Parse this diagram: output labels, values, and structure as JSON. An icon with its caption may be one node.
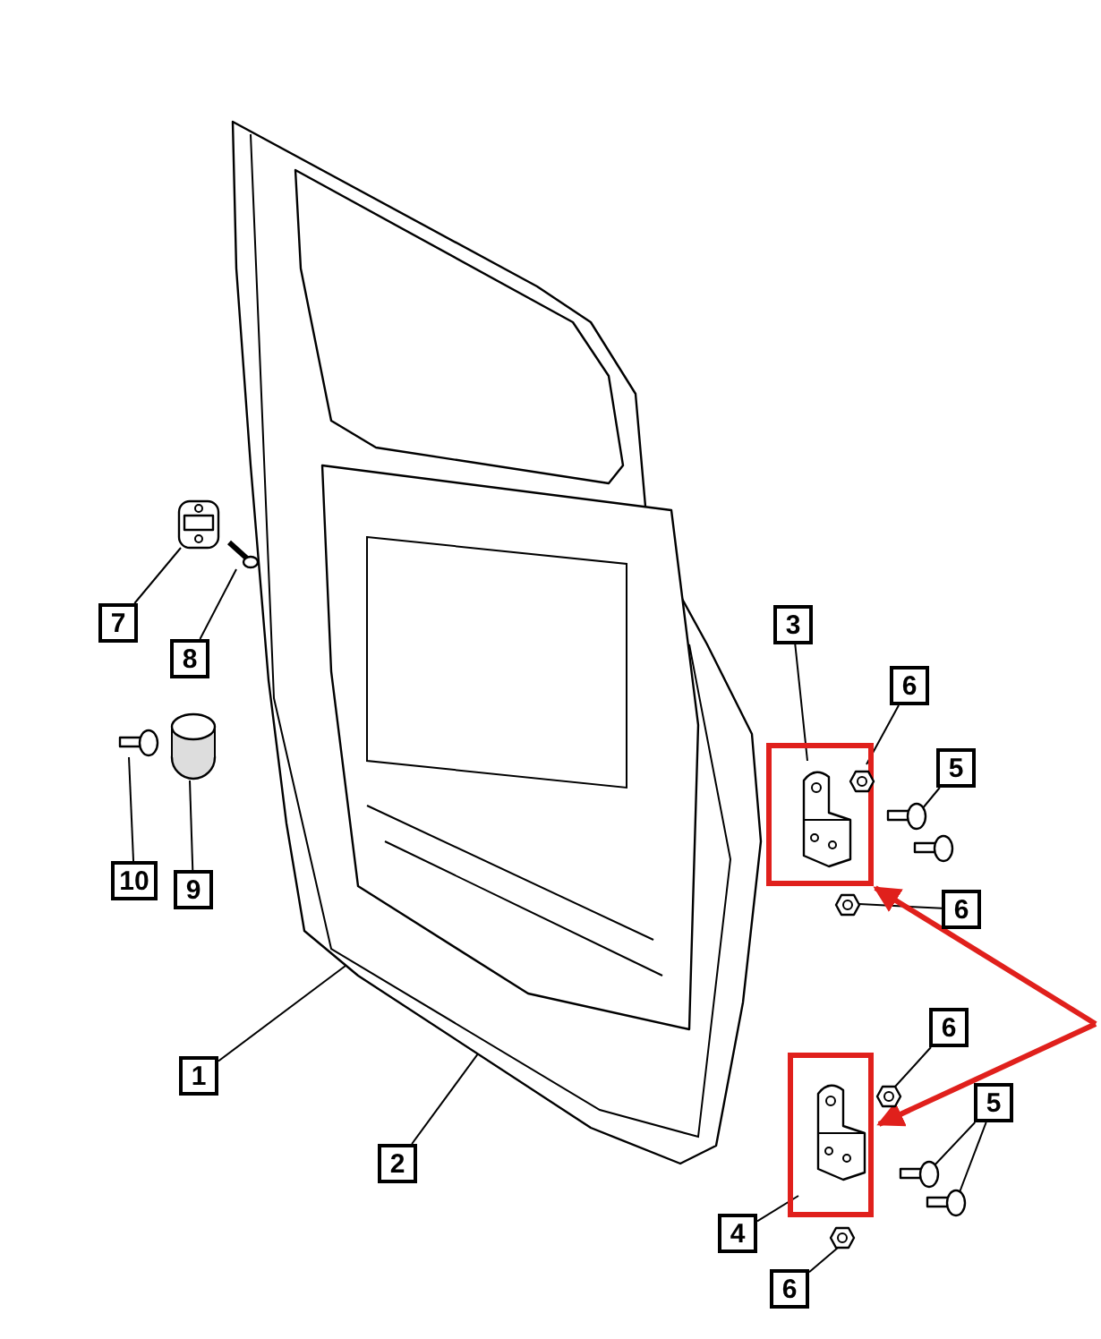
{
  "diagram": {
    "nodes": [
      {
        "text": [
          "3"
        ]
      },
      {
        "text": [
          "6"
        ]
      },
      {
        "text": [
          "7"
        ]
      },
      {
        "text": [
          "8"
        ]
      },
      {
        "text": [
          "5"
        ]
      },
      {
        "text": [
          "10"
        ]
      },
      {
        "text": [
          "9"
        ]
      },
      {
        "text": [
          "6"
        ]
      },
      {
        "text": [
          "1"
        ]
      },
      {
        "text": [
          "6"
        ]
      },
      {
        "text": [
          "5"
        ]
      },
      {
        "text": [
          "2"
        ]
      },
      {
        "text": [
          "4"
        ]
      },
      {
        "text": [
          "6"
        ]
      },
      {
        "text": [],
        "shape": "picture"
      },
      {
        "text": [],
        "shape": "picture",
        "in": 14
      },
      {
        "text": [],
        "shape": "box"
      },
      {
        "text": [],
        "shape": "picture",
        "in": 16
      },
      {
        "text": [],
        "shape": "picture",
        "in": 16
      },
      {
        "text": [],
        "shape": "picture"
      },
      {
        "text": [],
        "shape": "picture"
      },
      {
        "text": [],
        "shape": "picture"
      },
      {
        "text": [],
        "shape": "box"
      },
      {
        "text": [],
        "shape": "picture",
        "in": 22
      },
      {
        "text": [],
        "shape": "picture"
      },
      {
        "text": [],
        "shape": "picture"
      },
      {
        "text": [],
        "shape": "picture"
      },
      {
        "text": [],
        "shape": "picture"
      },
      {
        "text": [],
        "shape": "picture"
      },
      {
        "text": [],
        "shape": "picture"
      },
      {
        "text": [],
        "shape": "cylinder"
      },
      {
        "text": [],
        "shape": "picture"
      }
    ],
    "edges": [
      {
        "from": 0,
        "to": 17,
        "arrow": "none"
      },
      {
        "from": 1,
        "to": 18,
        "arrow": "none"
      },
      {
        "from": 2,
        "to": 28,
        "arrow": "none"
      },
      {
        "from": 3,
        "to": 29,
        "arrow": "none"
      },
      {
        "from": 4,
        "to": 19,
        "arrow": "none"
      },
      {
        "from": 5,
        "to": 31,
        "arrow": "none"
      },
      {
        "from": 6,
        "to": 30,
        "arrow": "none"
      },
      {
        "from": 7,
        "to": 21,
        "arrow": "none"
      },
      {
        "from": 8,
        "to": 14,
        "arrow": "none"
      },
      {
        "from": 11,
        "to": 15,
        "arrow": "none"
      },
      {
        "from": 9,
        "to": 24,
        "arrow": "none"
      },
      {
        "from": 10,
        "to": 25,
        "arrow": "none"
      },
      {
        "from": 10,
        "to": 26,
        "arrow": "none"
      },
      {
        "from": 12,
        "to": 23,
        "arrow": "none"
      },
      {
        "from": 13,
        "to": 27,
        "arrow": "none"
      },
      {
        "from": null,
        "to": 16,
        "arrow": "to",
        "style": "thick",
        "color": "#e0201c"
      },
      {
        "from": null,
        "to": 22,
        "arrow": "to",
        "style": "thick",
        "color": "#e0201c"
      }
    ]
  }
}
